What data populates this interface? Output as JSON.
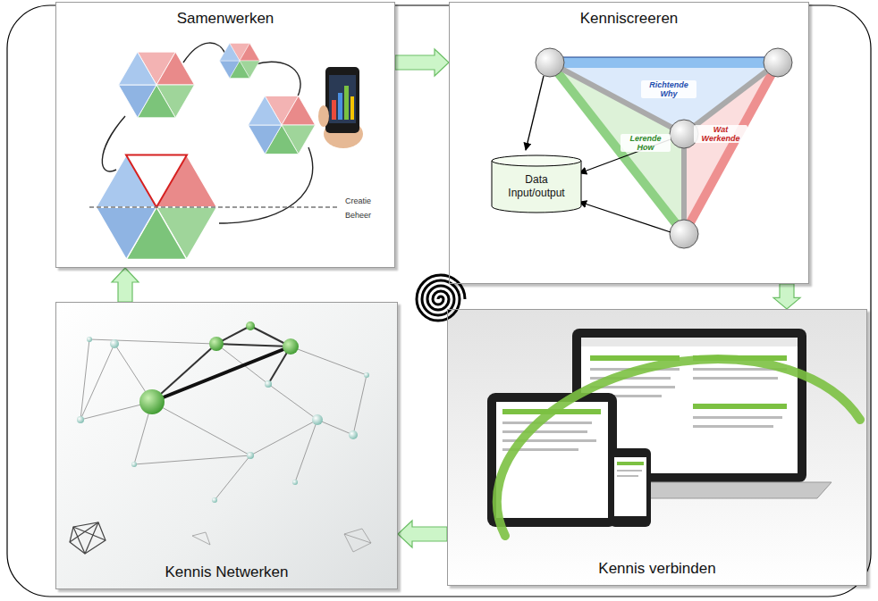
{
  "diagram": {
    "nodes": [
      {
        "text": [
          "Samenwerken"
        ]
      },
      {
        "text": [
          "Kenniscreeren"
        ]
      },
      {
        "text": [
          "Data Input/output"
        ],
        "in": 1
      },
      {
        "text": [
          "Kennis Netwerken"
        ]
      },
      {
        "text": [
          "Kennis verbinden"
        ]
      }
    ],
    "edges": [
      {
        "from": 0,
        "to": 1,
        "arrow": "to"
      },
      {
        "from": 1,
        "to": 4,
        "arrow": "to"
      },
      {
        "from": 4,
        "to": 3,
        "arrow": "to"
      },
      {
        "from": 3,
        "to": 0,
        "arrow": "to"
      }
    ],
    "labels": [
      "Creatie",
      "Beheer",
      "Richtende Why",
      "Lerende How",
      "Wat Werkende"
    ]
  }
}
